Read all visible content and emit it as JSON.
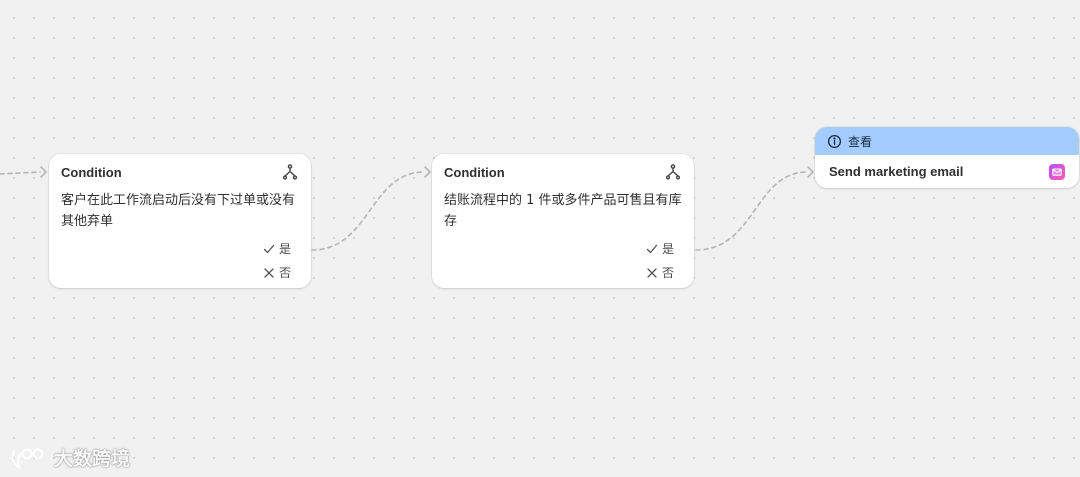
{
  "canvas": {
    "background": "#f1f1f1",
    "dot_color": "#d3d3d3",
    "connector_color": "#b5b5b5"
  },
  "nodes": [
    {
      "kind": "condition",
      "title": "Condition",
      "icon": "branch-icon",
      "text": "客户在此工作流启动后没有下过单或没有其他弃单",
      "outcomes": [
        {
          "icon": "check-icon",
          "label": "是"
        },
        {
          "icon": "close-icon",
          "label": "否"
        }
      ]
    },
    {
      "kind": "condition",
      "title": "Condition",
      "icon": "branch-icon",
      "text": "结账流程中的 1 件或多件产品可售且有库存",
      "outcomes": [
        {
          "icon": "check-icon",
          "label": "是"
        },
        {
          "icon": "close-icon",
          "label": "否"
        }
      ]
    },
    {
      "kind": "action",
      "badge": {
        "icon": "info-icon",
        "label": "查看",
        "color": "#a4ccff"
      },
      "title": "Send marketing email",
      "icon": "mail-icon",
      "icon_colors": [
        "#b24fff",
        "#ff5fa8"
      ]
    }
  ],
  "watermark": {
    "logo": "wechat-logo-icon",
    "text": "大数跨境"
  }
}
